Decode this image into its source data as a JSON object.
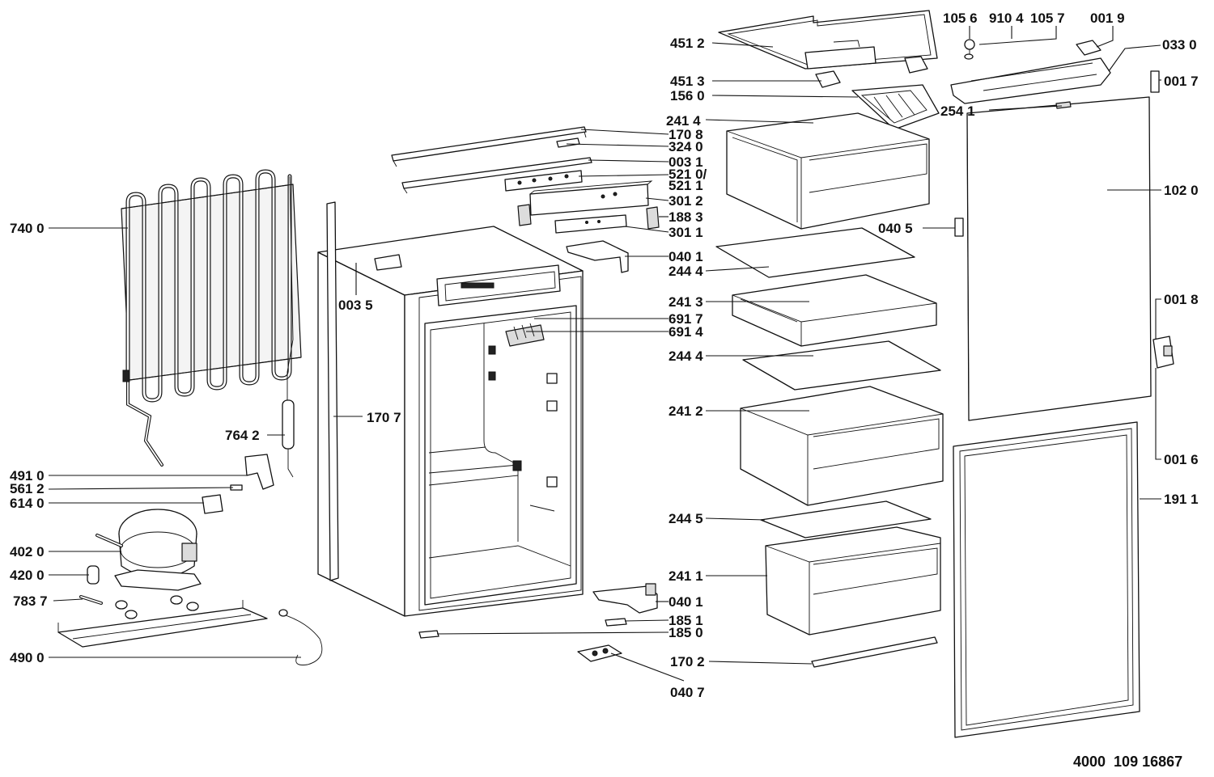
{
  "labels": {
    "l4512": "451 2",
    "l4513": "451 3",
    "l1560": "156 0",
    "l2414": "241 4",
    "l1708": "170 8",
    "l3240": "324 0",
    "l0031": "003 1",
    "l5210": "521 0/",
    "l5211": "521 1",
    "l3012": "301 2",
    "l1883": "188 3",
    "l3011": "301 1",
    "l0401a": "040 1",
    "l2444a": "244 4",
    "l2413": "241 3",
    "l6917": "691 7",
    "l6914": "691 4",
    "l2444b": "244 4",
    "l2412": "241 2",
    "l2445": "244 5",
    "l2411": "241 1",
    "l0401b": "040 1",
    "l1851": "185 1",
    "l1850": "185 0",
    "l1702": "170 2",
    "l0407": "040 7",
    "l7400": "740 0",
    "l0035": "003 5",
    "l1707": "170 7",
    "l7642": "764 2",
    "l4910": "491 0",
    "l5612": "561 2",
    "l6140": "614 0",
    "l4020": "402 0",
    "l4200": "420 0",
    "l7837": "783 7",
    "l4900": "490 0",
    "l1056": "105 6",
    "l9104": "910 4",
    "l1057": "105 7",
    "l0019": "001 9",
    "l0330": "033 0",
    "l0017": "001 7",
    "l2541": "254 1",
    "l1020": "102 0",
    "l0405": "040 5",
    "l0018": "001 8",
    "l0016": "001 6",
    "l1911": "191 1"
  },
  "footer": {
    "code": "4000  109 16867"
  }
}
